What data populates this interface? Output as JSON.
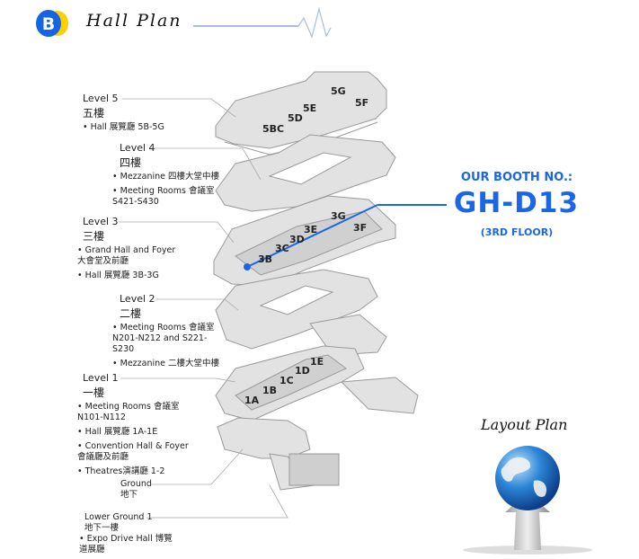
{
  "header": {
    "logo_letter": "B",
    "title": "Hall Plan"
  },
  "levels": [
    {
      "name": "Level 5",
      "zh": "五樓",
      "bullets": [
        "Hall 展覽廳 5B-5G"
      ]
    },
    {
      "name": "Level 4",
      "zh": "四樓",
      "bullets": [
        "Mezzanine 四樓大堂中樓",
        "Meeting Rooms 會議室 S421-S430"
      ]
    },
    {
      "name": "Level 3",
      "zh": "三樓",
      "bullets": [
        "Grand Hall and Foyer 大會堂及前廳",
        "Hall 展覽廳 3B-3G"
      ]
    },
    {
      "name": "Level 2",
      "zh": "二樓",
      "bullets": [
        "Meeting Rooms 會議室 N201-N212 and S221-S230",
        "Mezzanine 二樓大堂中樓"
      ]
    },
    {
      "name": "Level 1",
      "zh": "一樓",
      "bullets": [
        "Meeting Rooms 會議室 N101-N112",
        "Hall 展覽廳 1A-1E",
        "Convention Hall & Foyer 會議廳及前廳",
        "Theatres演講廳 1-2"
      ]
    },
    {
      "name": "Ground",
      "zh": "地下",
      "bullets": []
    },
    {
      "name": "Lower Ground 1",
      "zh": "地下一樓",
      "bullets": [
        "Expo Drive Hall 博覽道展廳"
      ]
    }
  ],
  "halls": {
    "l5": [
      "5G",
      "5F",
      "5E",
      "5D",
      "5BC"
    ],
    "l3": [
      "3G",
      "3F",
      "3E",
      "3D",
      "3C",
      "3B"
    ],
    "l1": [
      "1E",
      "1D",
      "1C",
      "1B",
      "1A"
    ]
  },
  "booth": {
    "label": "OUR BOOTH NO.:",
    "number": "GH-D13",
    "floor": "(3RD FLOOR)",
    "color": "#1a66e8"
  },
  "footer": {
    "layout_label": "Layout Plan"
  }
}
